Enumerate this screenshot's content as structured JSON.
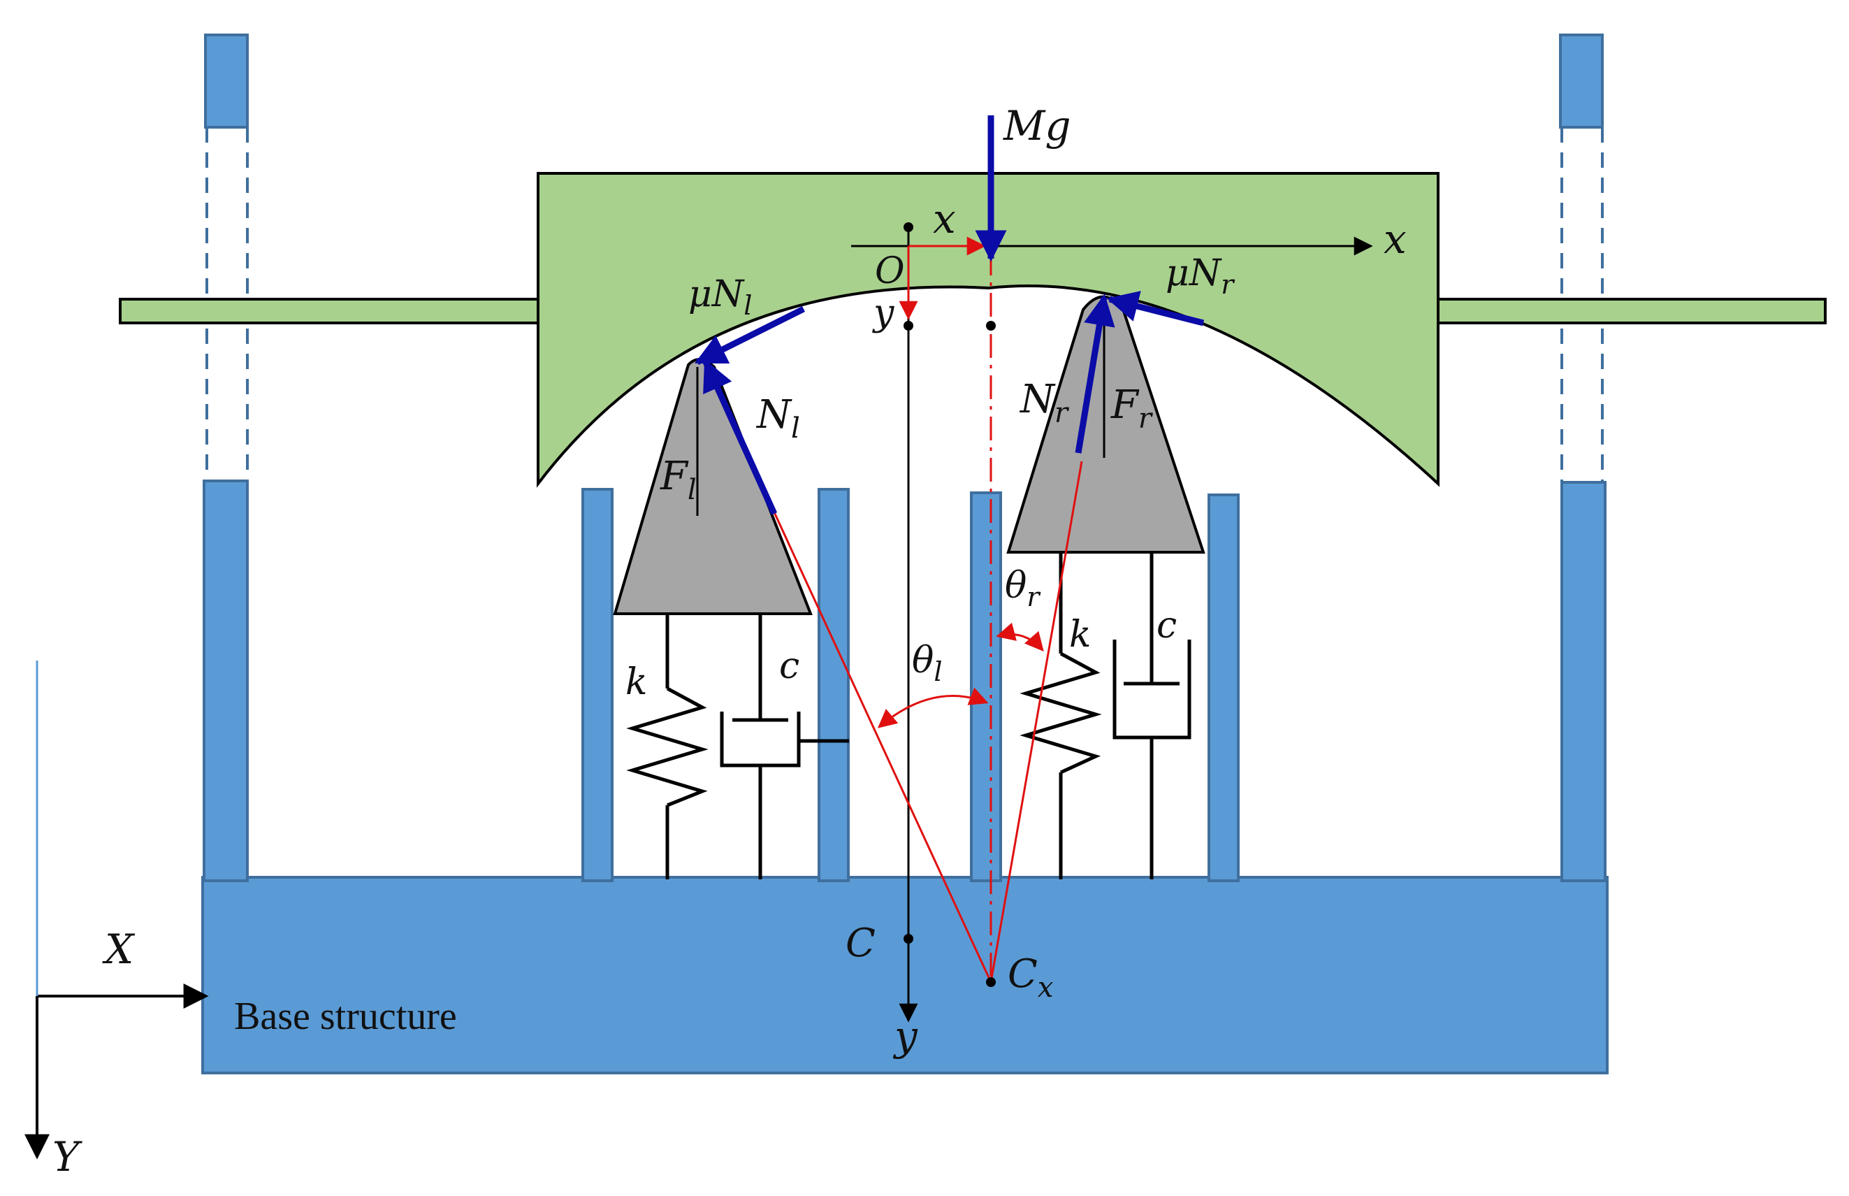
{
  "colors": {
    "base": "#5B9BD5",
    "base_stroke": "#3F6F9E",
    "mass": "#A9D18E",
    "roller": "#A6A6A6",
    "force": "#0B0BA8",
    "geometry": "#E01010",
    "line": "#000000"
  },
  "labels": {
    "mg": "Mg",
    "x_axis": "x",
    "x_disp": "x",
    "origin": "O",
    "y_disp": "y",
    "y_axis": "y",
    "mu_nl": "μN",
    "mu_nl_sub": "l",
    "mu_nr": "μN",
    "mu_nr_sub": "r",
    "nl": "N",
    "nl_sub": "l",
    "nr": "N",
    "nr_sub": "r",
    "fl": "F",
    "fl_sub": "l",
    "fr": "F",
    "fr_sub": "r",
    "theta_r": "θ",
    "theta_r_sub": "r",
    "theta_l": "θ",
    "theta_l_sub": "l",
    "k_left": "k",
    "c_left": "c",
    "k_right": "k",
    "c_right": "c",
    "c_point": "C",
    "cx": "C",
    "cx_sub": "x",
    "global_x": "X",
    "global_y": "Y",
    "base_structure": "Base structure"
  },
  "icons": {
    "spring": "spring-icon",
    "damper": "damper-icon",
    "arrow": "arrow-head"
  }
}
